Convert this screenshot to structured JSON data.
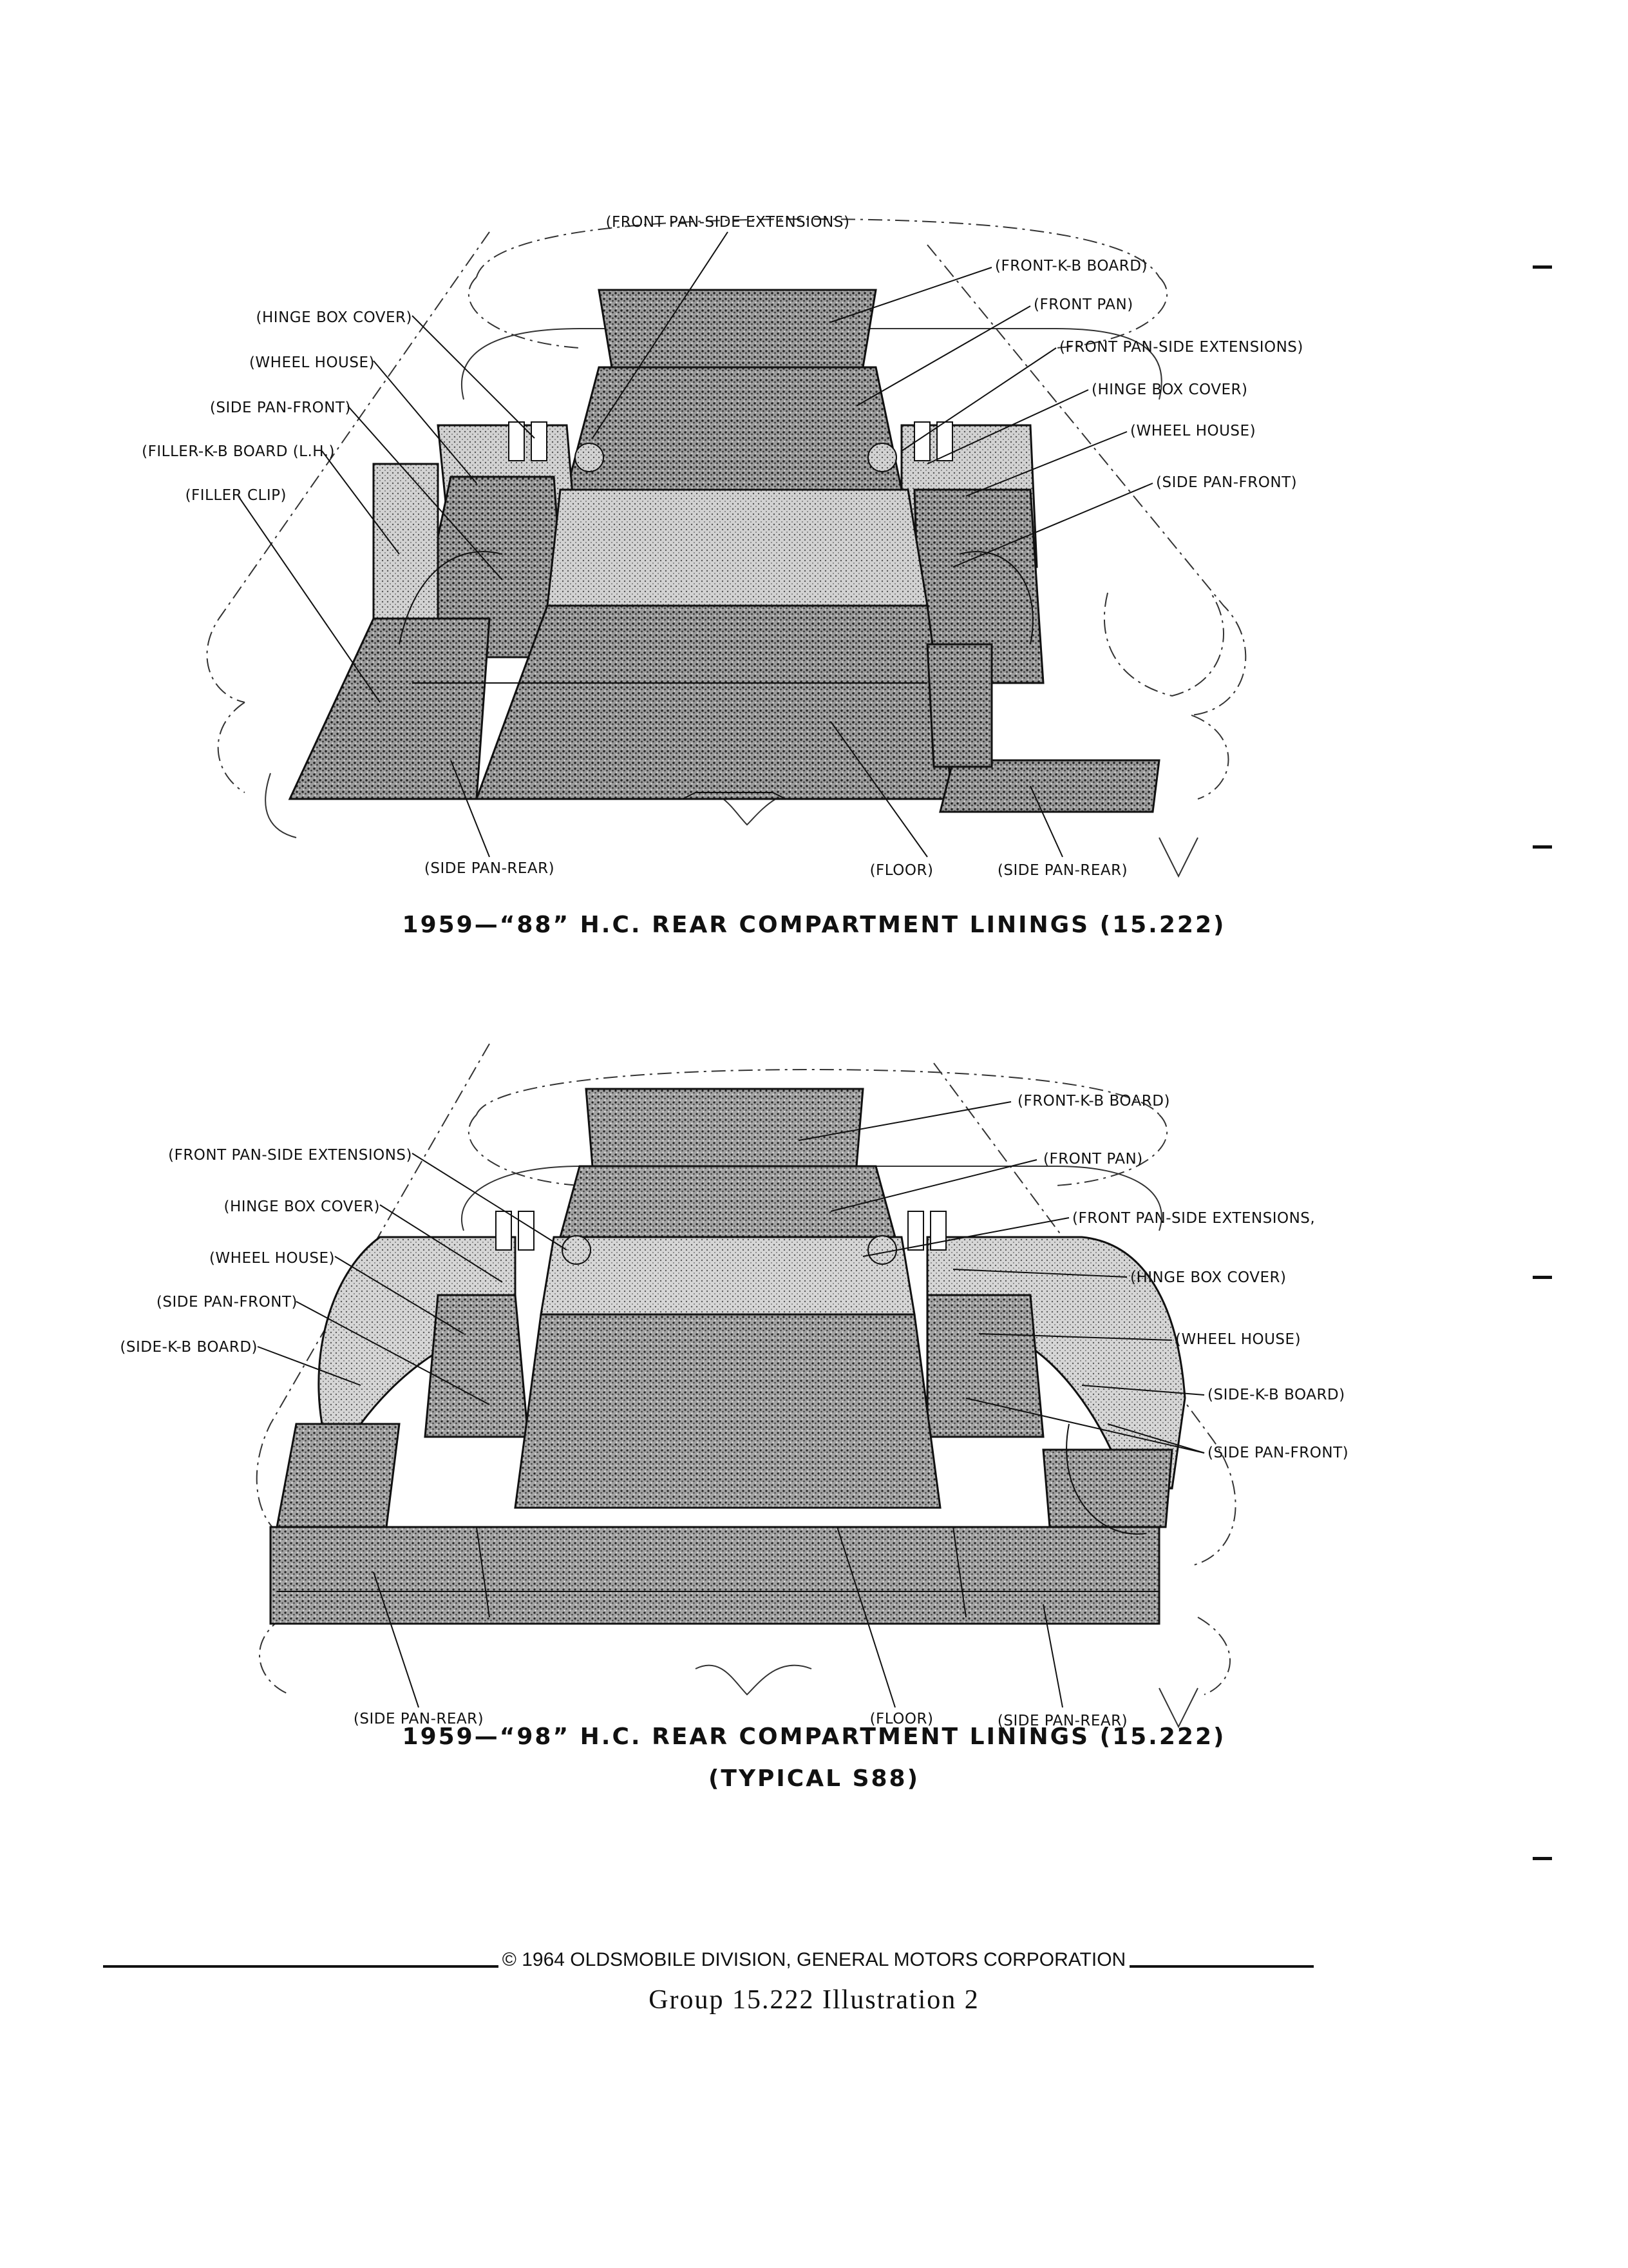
{
  "figure1": {
    "caption": "1959—“88” H.C. REAR COMPARTMENT LININGS (15.222)",
    "labels": {
      "front_pan_side_ext_top": "(FRONT PAN-SIDE EXTENSIONS)",
      "front_kb_board": "(FRONT-K-B BOARD)",
      "front_pan": "(FRONT PAN)",
      "front_pan_side_ext_right": "(FRONT PAN-SIDE EXTENSIONS)",
      "hinge_box_cover_right": "(HINGE BOX COVER)",
      "wheel_house_right": "(WHEEL HOUSE)",
      "side_pan_front_right": "(SIDE PAN-FRONT)",
      "hinge_box_cover_left": "(HINGE BOX COVER)",
      "wheel_house_left": "(WHEEL HOUSE)",
      "side_pan_front_left": "(SIDE PAN-FRONT)",
      "filler_kb_board": "(FILLER-K-B BOARD (L.H.)",
      "filler_clip": "(FILLER CLIP)",
      "side_pan_rear_left": "(SIDE PAN-REAR)",
      "floor": "(FLOOR)",
      "side_pan_rear_right": "(SIDE PAN-REAR)"
    }
  },
  "figure2": {
    "caption": "1959—“98” H.C. REAR COMPARTMENT LININGS (15.222)",
    "subcaption": "(TYPICAL S88)",
    "labels": {
      "front_kb_board": "(FRONT-K-B BOARD)",
      "front_pan": "(FRONT PAN)",
      "front_pan_side_ext_right": "(FRONT PAN-SIDE EXTENSIONS,",
      "hinge_box_cover_right": "(HINGE BOX COVER)",
      "wheel_house_right": "(WHEEL HOUSE)",
      "side_kb_board_right": "(SIDE-K-B BOARD)",
      "side_pan_front_right": "(SIDE PAN-FRONT)",
      "front_pan_side_ext_left": "(FRONT PAN-SIDE EXTENSIONS)",
      "hinge_box_cover_left": "(HINGE BOX COVER)",
      "wheel_house_left": "(WHEEL HOUSE)",
      "side_pan_front_left": "(SIDE PAN-FRONT)",
      "side_kb_board_left": "(SIDE-K-B BOARD)",
      "side_pan_rear_left": "(SIDE PAN-REAR)",
      "floor": "(FLOOR)",
      "side_pan_rear_right": "(SIDE PAN-REAR)"
    }
  },
  "footer": {
    "copyright": "© 1964 OLDSMOBILE DIVISION, GENERAL MOTORS CORPORATION",
    "group": "Group 15.222   Illustration  2"
  }
}
